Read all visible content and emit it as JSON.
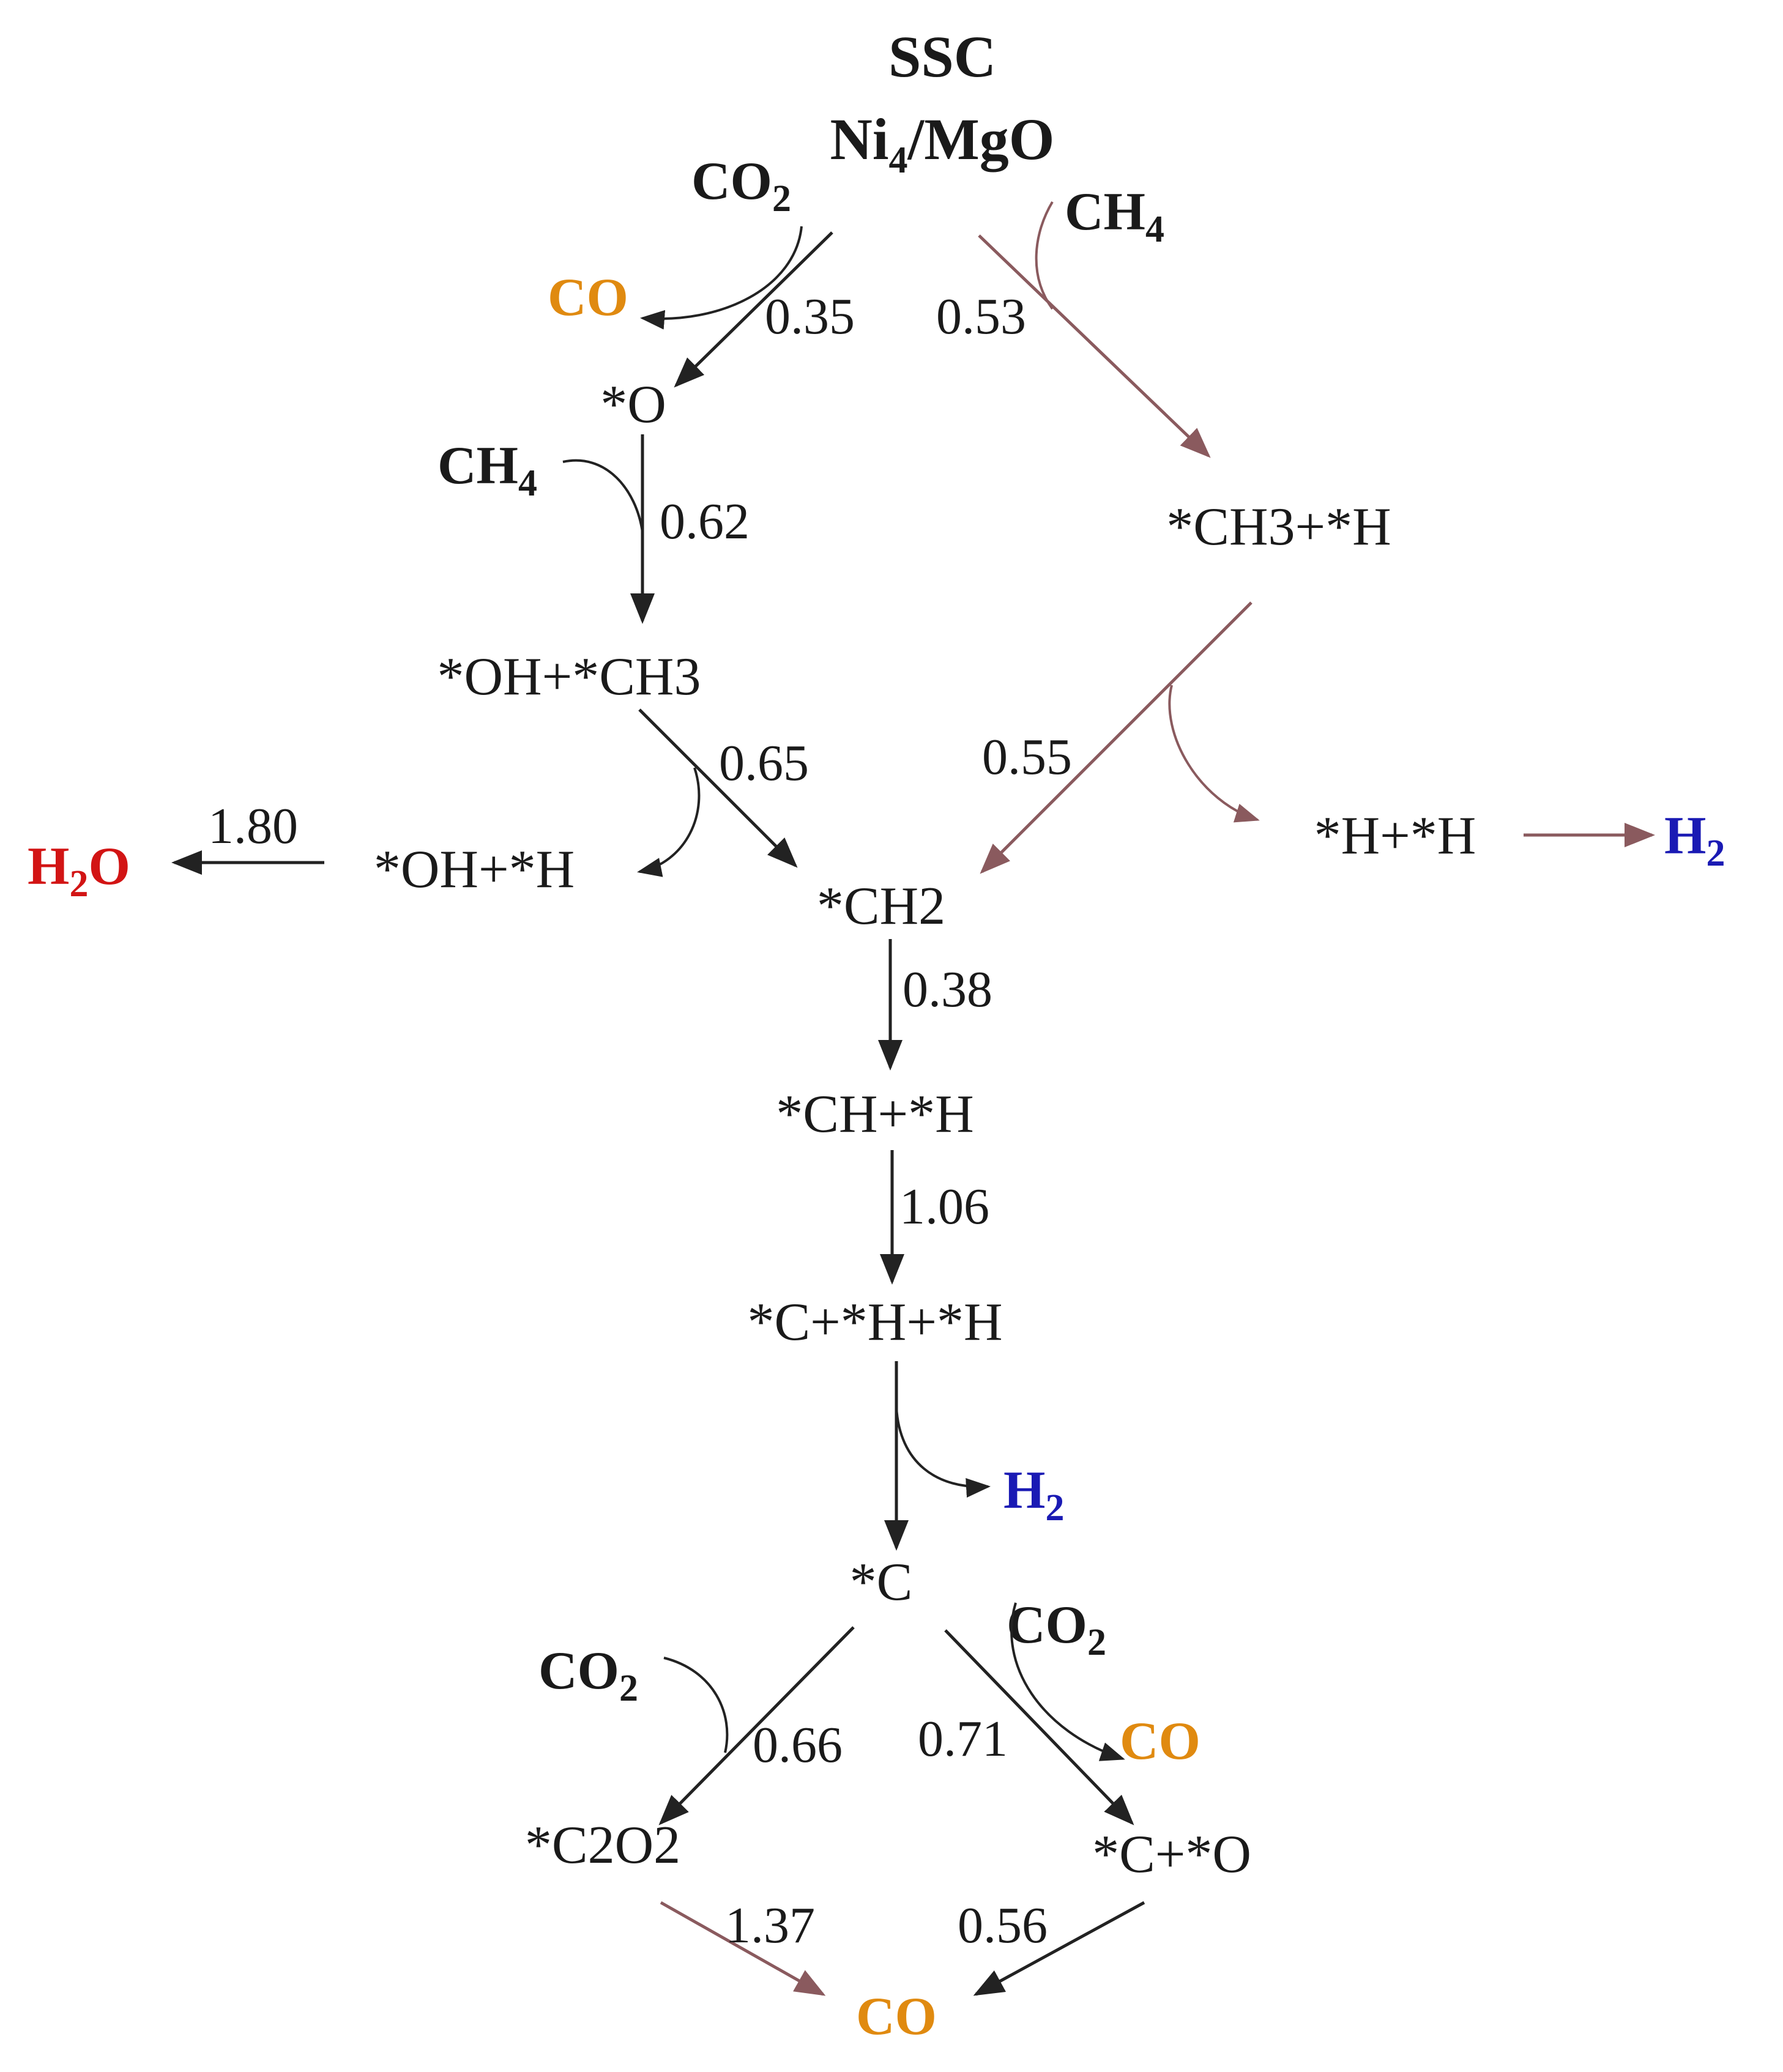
{
  "title": {
    "line1": "SSC",
    "line2_prefix": "Ni",
    "line2_sub": "4",
    "line2_suffix": "/MgO"
  },
  "colors": {
    "co": "#e08a10",
    "h2": "#1a1ab4",
    "h2o": "#d21414",
    "arrow_dark": "#222222",
    "arrow_brown": "#8a5a5e"
  },
  "gases": {
    "co2_top": {
      "main": "CO",
      "sub": "2"
    },
    "ch4_top": {
      "main": "CH",
      "sub": "4"
    },
    "co_top": {
      "main": "CO"
    },
    "ch4_mid": {
      "main": "CH",
      "sub": "4"
    },
    "h2o": {
      "main": "H",
      "sub": "2",
      "tail": "O"
    },
    "h2_right": {
      "main": "H",
      "sub": "2"
    },
    "h2_mid": {
      "main": "H",
      "sub": "2"
    },
    "co2_left": {
      "main": "CO",
      "sub": "2"
    },
    "co2_right": {
      "main": "CO",
      "sub": "2"
    },
    "co_right": {
      "main": "CO"
    },
    "co_bottom": {
      "main": "CO"
    }
  },
  "species": {
    "o": "*O",
    "ch3_h": {
      "main": "*CH3+*H"
    },
    "oh_ch3": {
      "main": "*OH+*CH3"
    },
    "oh_h": "*OH+*H",
    "h_h": "*H+*H",
    "ch2": {
      "main": "*CH2"
    },
    "ch_h": "*CH+*H",
    "c_h_h": "*C+*H+*H",
    "c": "*C",
    "c2o2": {
      "main": "*C2O2"
    },
    "c_o": "*C+*O"
  },
  "energies": {
    "co2_dissociation": "0.35",
    "ch4_dissociation": "0.53",
    "o_ch4": "0.62",
    "oh_ch3": "0.65",
    "oh_h_to_h2o": "1.80",
    "ch3_h": "0.55",
    "ch2_to_ch": "0.38",
    "ch_to_c": "1.06",
    "c_co2_left": "0.66",
    "c_co2_right": "0.71",
    "c2o2_to_co": "1.37",
    "c_o_to_co": "0.56"
  }
}
